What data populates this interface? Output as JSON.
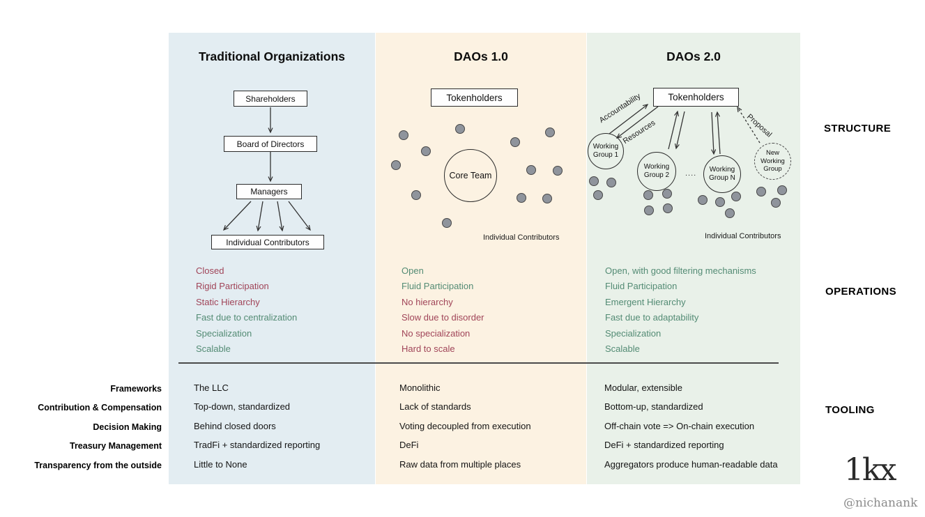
{
  "colors": {
    "negative": "#a04458",
    "positive": "#538b74",
    "col1_bg": "#e3edf2",
    "col2_bg": "#fcf2e2",
    "col3_bg": "#e9f1e9",
    "dot_fill": "#8f949c"
  },
  "section_labels": {
    "structure": "STRUCTURE",
    "operations": "OPERATIONS",
    "tooling": "TOOLING"
  },
  "row_labels": [
    "Frameworks",
    "Contribution & Compensation",
    "Decision Making",
    "Treasury Management",
    "Transparency from the outside"
  ],
  "columns": [
    {
      "title": "Traditional Organizations",
      "structure": {
        "boxes": [
          "Shareholders",
          "Board of Directors",
          "Managers",
          "Individual Contributors"
        ]
      },
      "operations": [
        {
          "text": "Closed",
          "tone": "negative"
        },
        {
          "text": "Rigid Participation",
          "tone": "negative"
        },
        {
          "text": "Static Hierarchy",
          "tone": "negative"
        },
        {
          "text": "Fast due to centralization",
          "tone": "positive"
        },
        {
          "text": "Specialization",
          "tone": "positive"
        },
        {
          "text": "Scalable",
          "tone": "positive"
        }
      ],
      "tooling": [
        "The LLC",
        "Top-down, standardized",
        "Behind closed doors",
        "TradFi + standardized reporting",
        "Little to None"
      ]
    },
    {
      "title": "DAOs 1.0",
      "structure": {
        "tokenholders": "Tokenholders",
        "core_team": "Core Team",
        "contributors_label": "Individual Contributors"
      },
      "operations": [
        {
          "text": "Open",
          "tone": "positive"
        },
        {
          "text": "Fluid Participation",
          "tone": "positive"
        },
        {
          "text": "No hierarchy",
          "tone": "negative"
        },
        {
          "text": "Slow due to disorder",
          "tone": "negative"
        },
        {
          "text": "No specialization",
          "tone": "negative"
        },
        {
          "text": "Hard to scale",
          "tone": "negative"
        }
      ],
      "tooling": [
        "Monolithic",
        "Lack of standards",
        "Voting decoupled from execution",
        "DeFi",
        "Raw data from multiple places"
      ]
    },
    {
      "title": "DAOs 2.0",
      "structure": {
        "tokenholders": "Tokenholders",
        "groups": [
          "Working Group 1",
          "Working Group 2",
          "Working Group N"
        ],
        "new_group": "New Working Group",
        "ellipsis": "....",
        "arrow_labels": {
          "accountability": "Accountability",
          "resources": "Resources",
          "proposal": "Proposal"
        },
        "contributors_label": "Individual Contributors"
      },
      "operations": [
        {
          "text": "Open, with good filtering mechanisms",
          "tone": "positive"
        },
        {
          "text": "Fluid Participation",
          "tone": "positive"
        },
        {
          "text": "Emergent Hierarchy",
          "tone": "positive"
        },
        {
          "text": "Fast due to adaptability",
          "tone": "positive"
        },
        {
          "text": "Specialization",
          "tone": "positive"
        },
        {
          "text": "Scalable",
          "tone": "positive"
        }
      ],
      "tooling": [
        "Modular, extensible",
        "Bottom-up, standardized",
        "Off-chain vote => On-chain execution",
        "DeFi + standardized reporting",
        "Aggregators produce human-readable data"
      ]
    }
  ],
  "footer": {
    "logo": "1kx",
    "handle": "@nichanank"
  }
}
